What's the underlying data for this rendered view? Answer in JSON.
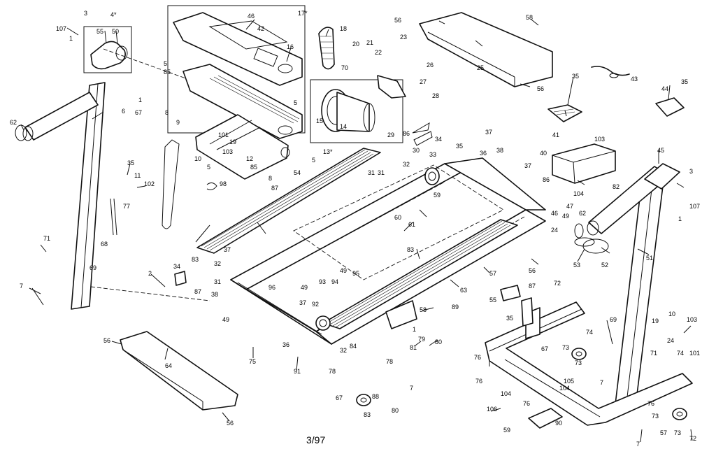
{
  "document": {
    "date_code": "3/97"
  },
  "callouts": [
    {
      "id": "c1",
      "text": "107"
    },
    {
      "id": "c2",
      "text": "3"
    },
    {
      "id": "c3",
      "text": "4*"
    },
    {
      "id": "c4",
      "text": "55"
    },
    {
      "id": "c5",
      "text": "50"
    },
    {
      "id": "c6",
      "text": "1"
    },
    {
      "id": "c7",
      "text": "1"
    },
    {
      "id": "c8",
      "text": "6"
    },
    {
      "id": "c9",
      "text": "62"
    },
    {
      "id": "c10",
      "text": "67"
    },
    {
      "id": "c11",
      "text": "46"
    },
    {
      "id": "c12",
      "text": "42"
    },
    {
      "id": "c13",
      "text": "17*"
    },
    {
      "id": "c14",
      "text": "16"
    },
    {
      "id": "c15",
      "text": "5"
    },
    {
      "id": "c16",
      "text": "85"
    },
    {
      "id": "c17",
      "text": "8"
    },
    {
      "id": "c18",
      "text": "5"
    },
    {
      "id": "c19",
      "text": "18"
    },
    {
      "id": "c20",
      "text": "20"
    },
    {
      "id": "c21",
      "text": "21"
    },
    {
      "id": "c22",
      "text": "23"
    },
    {
      "id": "c23",
      "text": "22"
    },
    {
      "id": "c24",
      "text": "26"
    },
    {
      "id": "c25",
      "text": "70"
    },
    {
      "id": "c26",
      "text": "27"
    },
    {
      "id": "c27",
      "text": "28"
    },
    {
      "id": "c28",
      "text": "15"
    },
    {
      "id": "c29",
      "text": "14"
    },
    {
      "id": "c30",
      "text": "29"
    },
    {
      "id": "c31",
      "text": "13*"
    },
    {
      "id": "c32",
      "text": "56"
    },
    {
      "id": "c33",
      "text": "58"
    },
    {
      "id": "c34",
      "text": "25"
    },
    {
      "id": "c35",
      "text": "56"
    },
    {
      "id": "c36",
      "text": "43"
    },
    {
      "id": "c37",
      "text": "35"
    },
    {
      "id": "c38",
      "text": "44"
    },
    {
      "id": "c39",
      "text": "35"
    },
    {
      "id": "c40",
      "text": "41"
    },
    {
      "id": "c41",
      "text": "103"
    },
    {
      "id": "c42",
      "text": "40"
    },
    {
      "id": "c43",
      "text": "82"
    },
    {
      "id": "c44",
      "text": "45"
    },
    {
      "id": "c45",
      "text": "3"
    },
    {
      "id": "c46",
      "text": "107"
    },
    {
      "id": "c47",
      "text": "1"
    },
    {
      "id": "c48",
      "text": "9"
    },
    {
      "id": "c49",
      "text": "101"
    },
    {
      "id": "c50",
      "text": "19"
    },
    {
      "id": "c51",
      "text": "10"
    },
    {
      "id": "c52",
      "text": "103"
    },
    {
      "id": "c53",
      "text": "12"
    },
    {
      "id": "c54",
      "text": "5"
    },
    {
      "id": "c55",
      "text": "85"
    },
    {
      "id": "c56",
      "text": "8"
    },
    {
      "id": "c57",
      "text": "87"
    },
    {
      "id": "c58",
      "text": "54"
    },
    {
      "id": "c59",
      "text": "5"
    },
    {
      "id": "c60",
      "text": "35"
    },
    {
      "id": "c61",
      "text": "11"
    },
    {
      "id": "c62",
      "text": "102"
    },
    {
      "id": "c63",
      "text": "98"
    },
    {
      "id": "c64",
      "text": "77"
    },
    {
      "id": "c65",
      "text": "86"
    },
    {
      "id": "c66",
      "text": "34"
    },
    {
      "id": "c67",
      "text": "30"
    },
    {
      "id": "c68",
      "text": "33"
    },
    {
      "id": "c69",
      "text": "35"
    },
    {
      "id": "c70",
      "text": "37"
    },
    {
      "id": "c71",
      "text": "38"
    },
    {
      "id": "c72",
      "text": "32"
    },
    {
      "id": "c73",
      "text": "31"
    },
    {
      "id": "c74",
      "text": "59"
    },
    {
      "id": "c75",
      "text": "36"
    },
    {
      "id": "c76",
      "text": "37"
    },
    {
      "id": "c77",
      "text": "86"
    },
    {
      "id": "c78",
      "text": "104"
    },
    {
      "id": "c79",
      "text": "47"
    },
    {
      "id": "c80",
      "text": "46"
    },
    {
      "id": "c81",
      "text": "49"
    },
    {
      "id": "c82",
      "text": "24"
    },
    {
      "id": "c83",
      "text": "62"
    },
    {
      "id": "c84",
      "text": "53"
    },
    {
      "id": "c85",
      "text": "52"
    },
    {
      "id": "c86",
      "text": "51"
    },
    {
      "id": "c87",
      "text": "60"
    },
    {
      "id": "c88",
      "text": "61"
    },
    {
      "id": "c89",
      "text": "31"
    },
    {
      "id": "c90",
      "text": "83"
    },
    {
      "id": "c91",
      "text": "71"
    },
    {
      "id": "c92",
      "text": "68"
    },
    {
      "id": "c93",
      "text": "69"
    },
    {
      "id": "c94",
      "text": "7"
    },
    {
      "id": "c95",
      "text": "37"
    },
    {
      "id": "c96",
      "text": "32"
    },
    {
      "id": "c97",
      "text": "31"
    },
    {
      "id": "c98",
      "text": "2"
    },
    {
      "id": "c99",
      "text": "34"
    },
    {
      "id": "c100",
      "text": "87"
    },
    {
      "id": "c101",
      "text": "38"
    },
    {
      "id": "c102",
      "text": "96"
    },
    {
      "id": "c103",
      "text": "49"
    },
    {
      "id": "c104",
      "text": "93"
    },
    {
      "id": "c105",
      "text": "94"
    },
    {
      "id": "c106",
      "text": "49"
    },
    {
      "id": "c107",
      "text": "95"
    },
    {
      "id": "c108",
      "text": "83"
    },
    {
      "id": "c109",
      "text": "57"
    },
    {
      "id": "c110",
      "text": "56"
    },
    {
      "id": "c111",
      "text": "63"
    },
    {
      "id": "c112",
      "text": "37"
    },
    {
      "id": "c113",
      "text": "92"
    },
    {
      "id": "c114",
      "text": "36"
    },
    {
      "id": "c115",
      "text": "49"
    },
    {
      "id": "c116",
      "text": "75"
    },
    {
      "id": "c117",
      "text": "32"
    },
    {
      "id": "c118",
      "text": "91"
    },
    {
      "id": "c119",
      "text": "84"
    },
    {
      "id": "c120",
      "text": "58"
    },
    {
      "id": "c121",
      "text": "89"
    },
    {
      "id": "c122",
      "text": "1"
    },
    {
      "id": "c123",
      "text": "79"
    },
    {
      "id": "c124",
      "text": "81"
    },
    {
      "id": "c125",
      "text": "80"
    },
    {
      "id": "c126",
      "text": "78"
    },
    {
      "id": "c127",
      "text": "78"
    },
    {
      "id": "c128",
      "text": "67"
    },
    {
      "id": "c129",
      "text": "88"
    },
    {
      "id": "c130",
      "text": "83"
    },
    {
      "id": "c131",
      "text": "7"
    },
    {
      "id": "c132",
      "text": "80"
    },
    {
      "id": "c133",
      "text": "55"
    },
    {
      "id": "c134",
      "text": "87"
    },
    {
      "id": "c135",
      "text": "35"
    },
    {
      "id": "c136",
      "text": "72"
    },
    {
      "id": "c137",
      "text": "74"
    },
    {
      "id": "c138",
      "text": "76"
    },
    {
      "id": "c139",
      "text": "73"
    },
    {
      "id": "c140",
      "text": "67"
    },
    {
      "id": "c141",
      "text": "73"
    },
    {
      "id": "c142",
      "text": "105"
    },
    {
      "id": "c143",
      "text": "104"
    },
    {
      "id": "c144",
      "text": "76"
    },
    {
      "id": "c145",
      "text": "104"
    },
    {
      "id": "c146",
      "text": "106"
    },
    {
      "id": "c147",
      "text": "7"
    },
    {
      "id": "c148",
      "text": "59"
    },
    {
      "id": "c149",
      "text": "90"
    },
    {
      "id": "c150",
      "text": "76"
    },
    {
      "id": "c151",
      "text": "69"
    },
    {
      "id": "c152",
      "text": "19"
    },
    {
      "id": "c153",
      "text": "10"
    },
    {
      "id": "c154",
      "text": "103"
    },
    {
      "id": "c155",
      "text": "24"
    },
    {
      "id": "c156",
      "text": "101"
    },
    {
      "id": "c157",
      "text": "71"
    },
    {
      "id": "c158",
      "text": "74"
    },
    {
      "id": "c159",
      "text": "76"
    },
    {
      "id": "c160",
      "text": "73"
    },
    {
      "id": "c161",
      "text": "57"
    },
    {
      "id": "c162",
      "text": "73"
    },
    {
      "id": "c163",
      "text": "72"
    },
    {
      "id": "c164",
      "text": "7"
    },
    {
      "id": "c165",
      "text": "56"
    },
    {
      "id": "c166",
      "text": "64"
    },
    {
      "id": "c167",
      "text": "56"
    }
  ]
}
